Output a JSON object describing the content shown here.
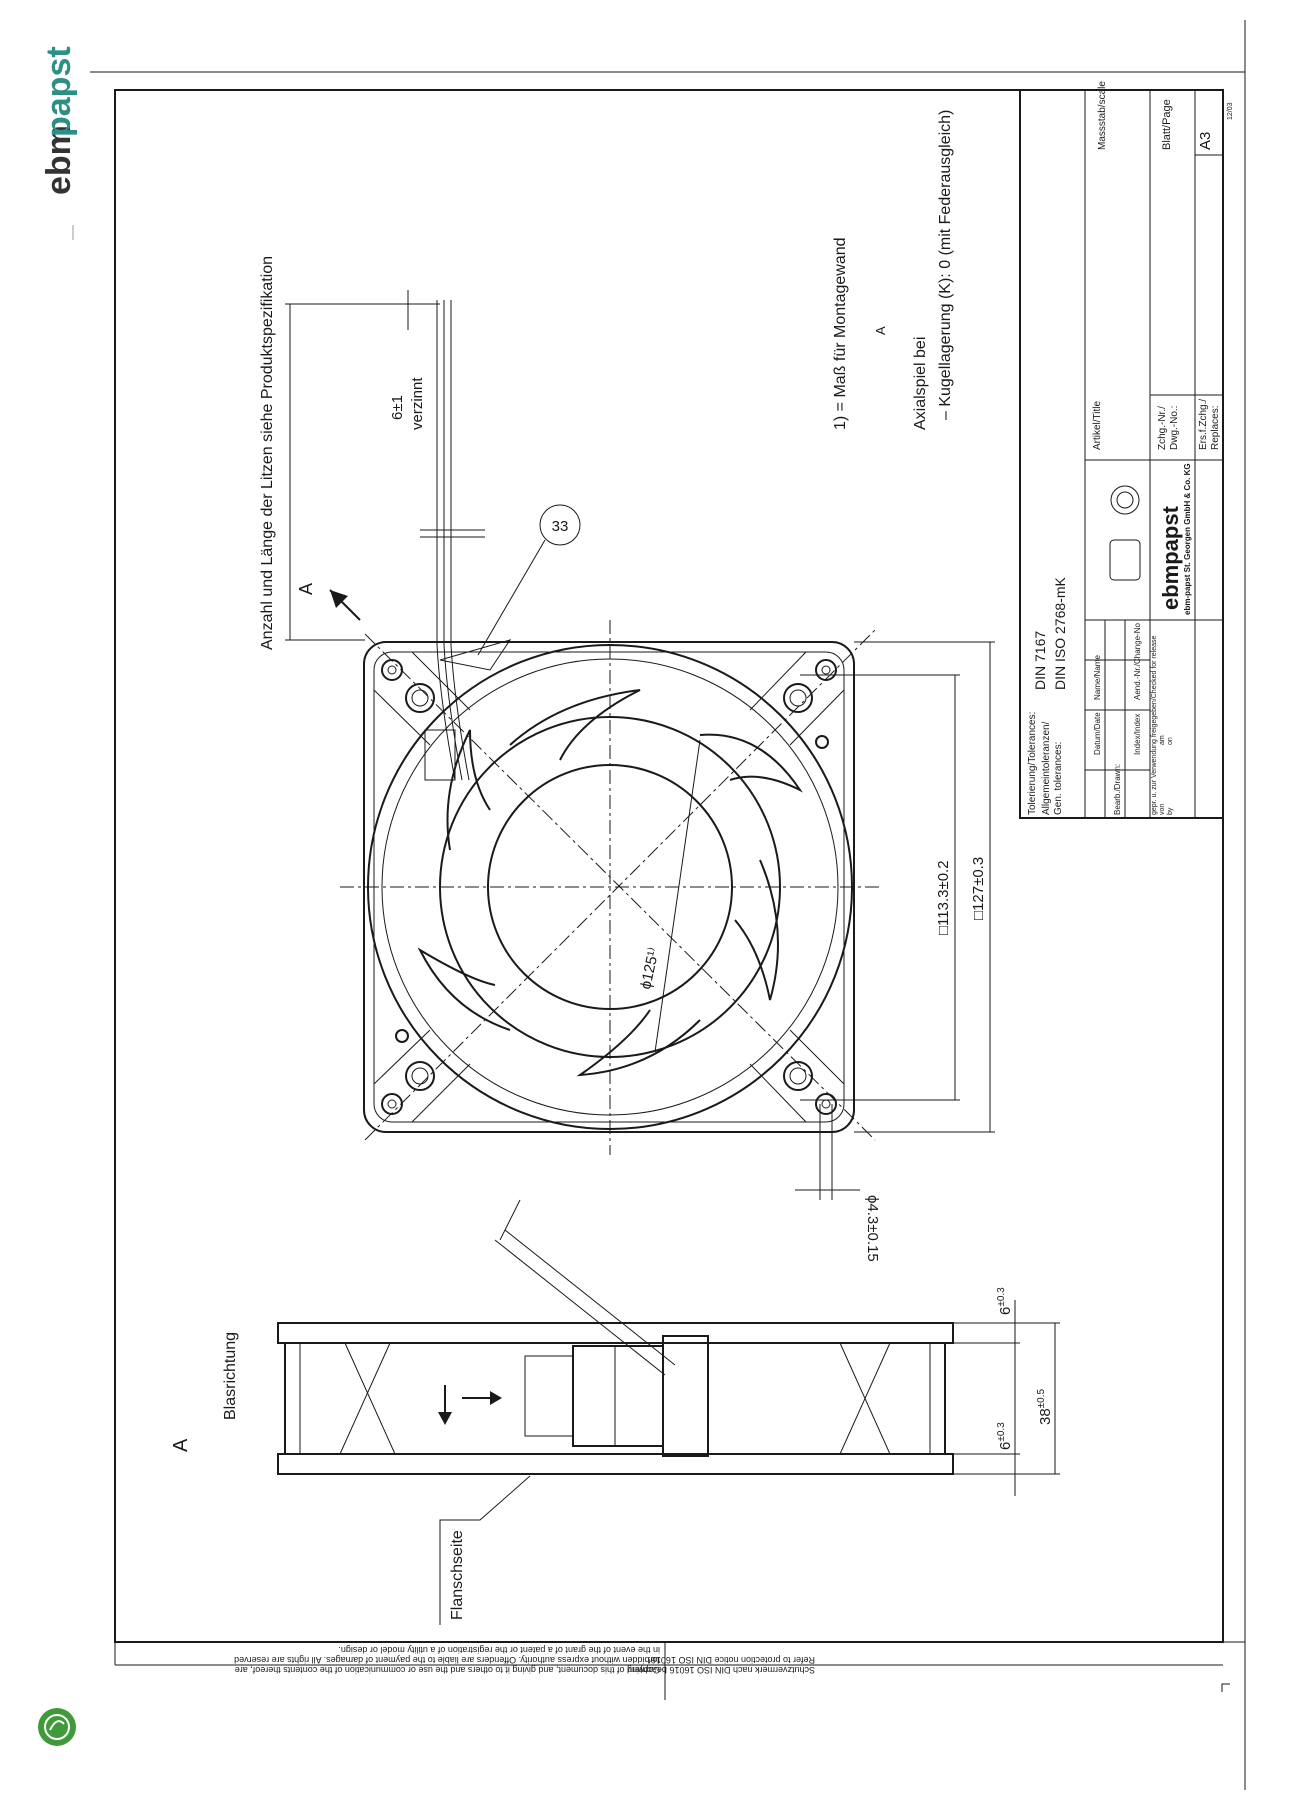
{
  "brand": {
    "logo_left": "ebm",
    "logo_right": "papst",
    "color_dark": "#333333",
    "color_accent": "#2e8f86",
    "badge_color": "#3f9a3a"
  },
  "drawing": {
    "view_label": "A",
    "view_label_arrow": "A",
    "blow_direction": "Blasrichtung",
    "flange_side": "Flanschseite",
    "leads_note": "Anzahl und Länge der Litzen siehe Produktspezifikation",
    "lead_strip": "6±1",
    "lead_tinned": "verzinnt",
    "balloon": "33",
    "dim_diameter": "ϕ125¹⁾",
    "dim_hole_spacing": "□113.3±0.2",
    "dim_outer": "□127±0.3",
    "dim_hole": "ϕ4.3±0.15",
    "dim_flange_top": "6",
    "dim_flange_top_tol": "±0.3",
    "dim_flange_bottom": "6",
    "dim_flange_bottom_tol": "±0.3",
    "dim_depth": "38",
    "dim_depth_tol": "±0.5",
    "note_1": "1) = Maß für Montagewand",
    "note_1_symbol": "A",
    "note_2": "Axialspiel bei",
    "note_3": "– Kugellagerung (K): 0 (mit Federausgleich)"
  },
  "title_block": {
    "tolerances_label": "Tolerierung/Tolerances:",
    "general_tol_label": "Allgemeintoleranzen/",
    "general_tol_label2": "Gen. tolerances:",
    "din1": "DIN 7167",
    "din2": "DIN ISO 2768-mK",
    "date": "Datum/Date",
    "name": "Name/Name",
    "drawn": "Bearb./Drawn:",
    "index": "Index/Index",
    "change": "Aend.-Nr./Change-No",
    "release": "gepr. u. zur Verwendung freigegeben/Checked for release",
    "von": "von",
    "by": "by",
    "am": "am",
    "on": "on",
    "title": "Artikel/Title",
    "scale": "Massstab/scale",
    "drawing_no": "Zchg.-Nr./",
    "drawing_no2": "Dwg.-No.:",
    "page": "Blatt/Page",
    "replaces": "Ers.f.Zchg./",
    "replaces2": "Replaces:",
    "logo": "ebmpapst",
    "company": "ebm-papst St. Georgen GmbH & Co. KG",
    "format": "A3",
    "rev": "12/03"
  },
  "footer": {
    "copy_1": "Copying of this document, and giving it to others and the use or communication of the contents thereof, are",
    "copy_2": "forbidden without express authority. Offenders are liable to the payment of damages. All rights are reserved",
    "copy_3": "in the event of the grant of a patent or the registration of a utility model or design.",
    "protect_1": "Schutzvermerk nach DIN ISO 16016 beachten/",
    "protect_2": "Refer to protection notice DIN ISO 16016!"
  }
}
